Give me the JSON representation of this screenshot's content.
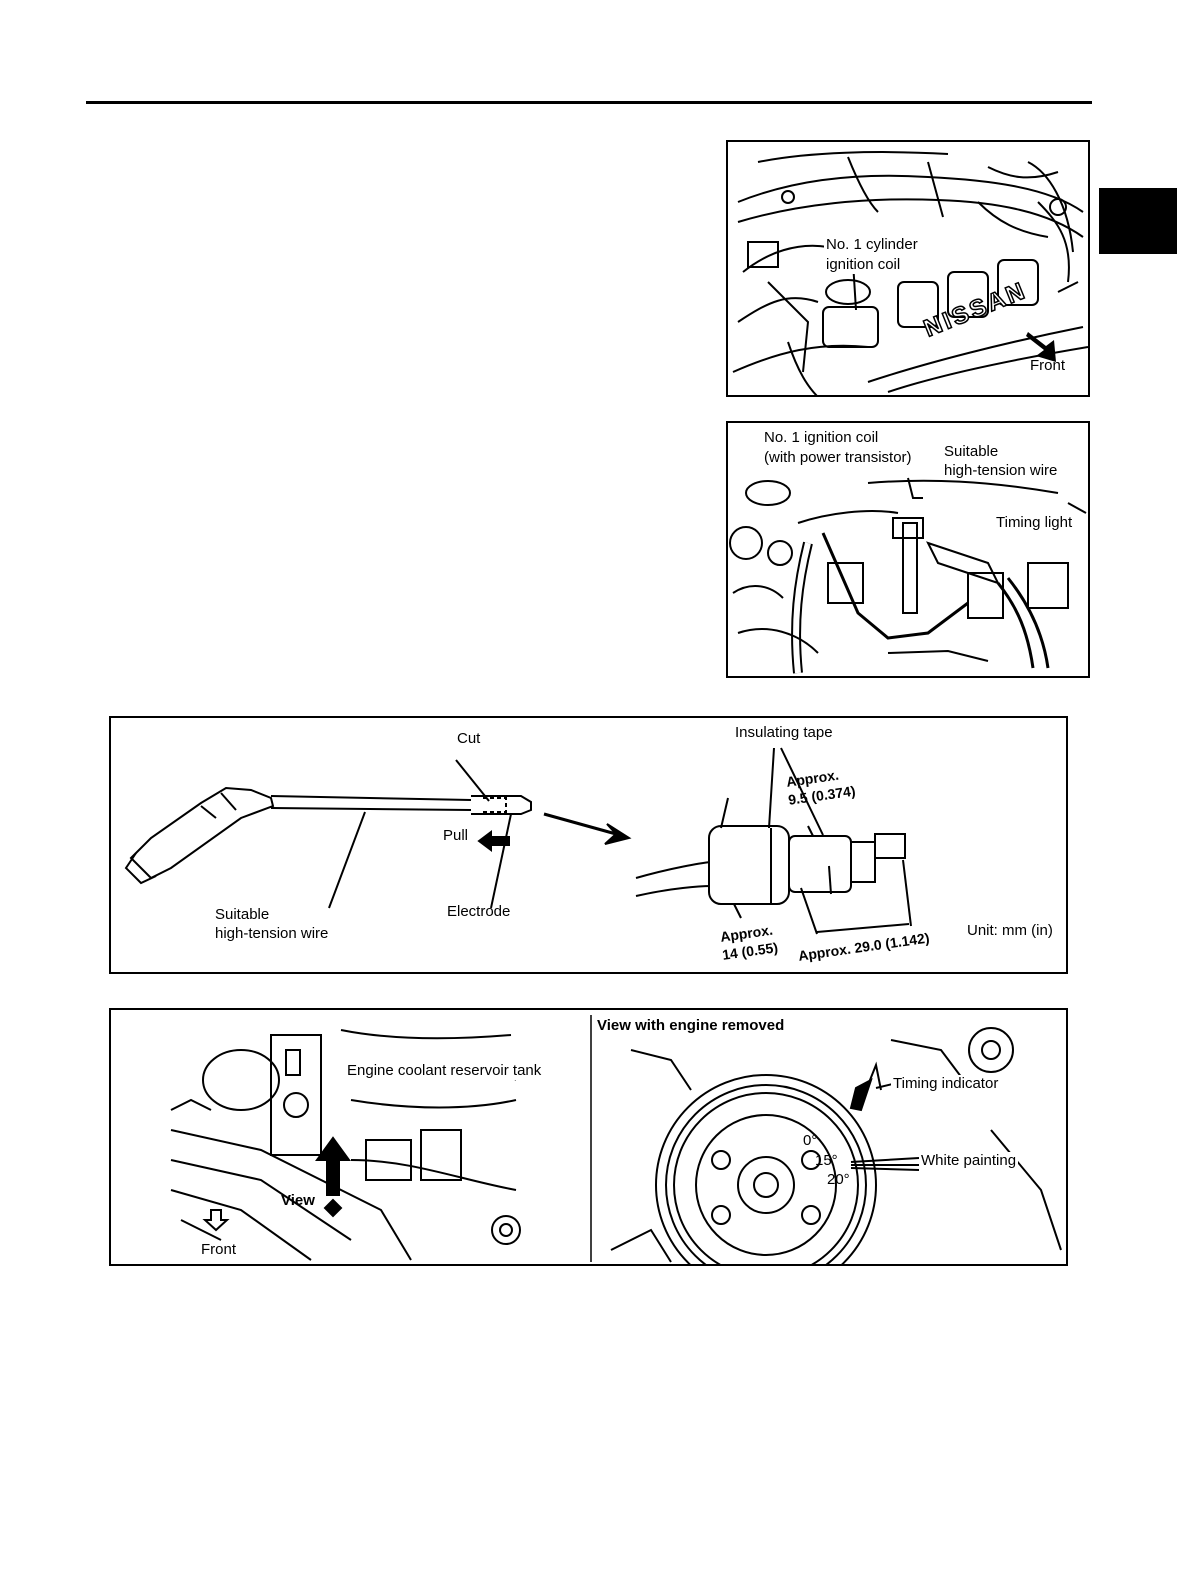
{
  "figure1": {
    "label_line1": "No. 1 cylinder",
    "label_line2": "ignition coil",
    "front": "Front",
    "logo_text": "NISSAN"
  },
  "figure2": {
    "coil_line1": "No. 1 ignition coil",
    "coil_line2": "(with power transistor)",
    "wire_line1": "Suitable",
    "wire_line2": "high-tension wire",
    "timing_light": "Timing light"
  },
  "figure3": {
    "cut": "Cut",
    "pull": "Pull",
    "electrode": "Electrode",
    "wire_line1": "Suitable",
    "wire_line2": "high-tension wire",
    "insulating_tape": "Insulating tape",
    "approx_a_line1": "Approx.",
    "approx_a_line2": "9.5 (0.374)",
    "approx_b_line1": "Approx.",
    "approx_b_line2": "14 (0.55)",
    "approx_c": "Approx. 29.0 (1.142)",
    "unit": "Unit: mm (in)"
  },
  "figure4": {
    "reservoir": "Engine coolant reservoir tank",
    "view": "View",
    "front": "Front",
    "view_removed": "View with engine removed",
    "timing_indicator": "Timing indicator",
    "white_painting": "White painting",
    "deg0": "0°",
    "deg15": "15°",
    "deg20": "20°"
  }
}
